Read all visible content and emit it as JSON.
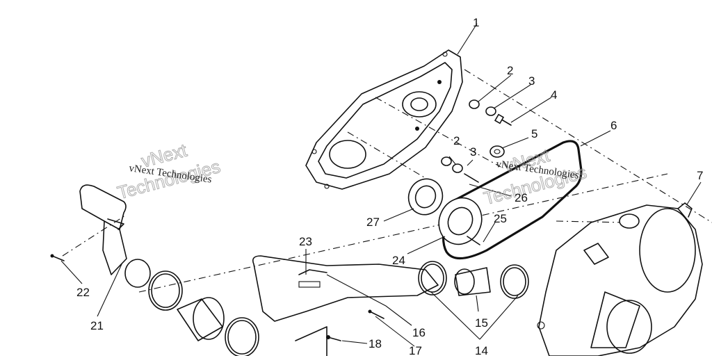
{
  "diagram": {
    "callouts": [
      "1",
      "2",
      "3",
      "4",
      "5",
      "6",
      "7",
      "2",
      "3",
      "26",
      "27",
      "25",
      "24",
      "23",
      "22",
      "21",
      "16",
      "15",
      "14",
      "17",
      "18"
    ],
    "watermark": {
      "line1": "vNext",
      "line2": "Technologies",
      "caption": "vNext Technologies"
    }
  }
}
